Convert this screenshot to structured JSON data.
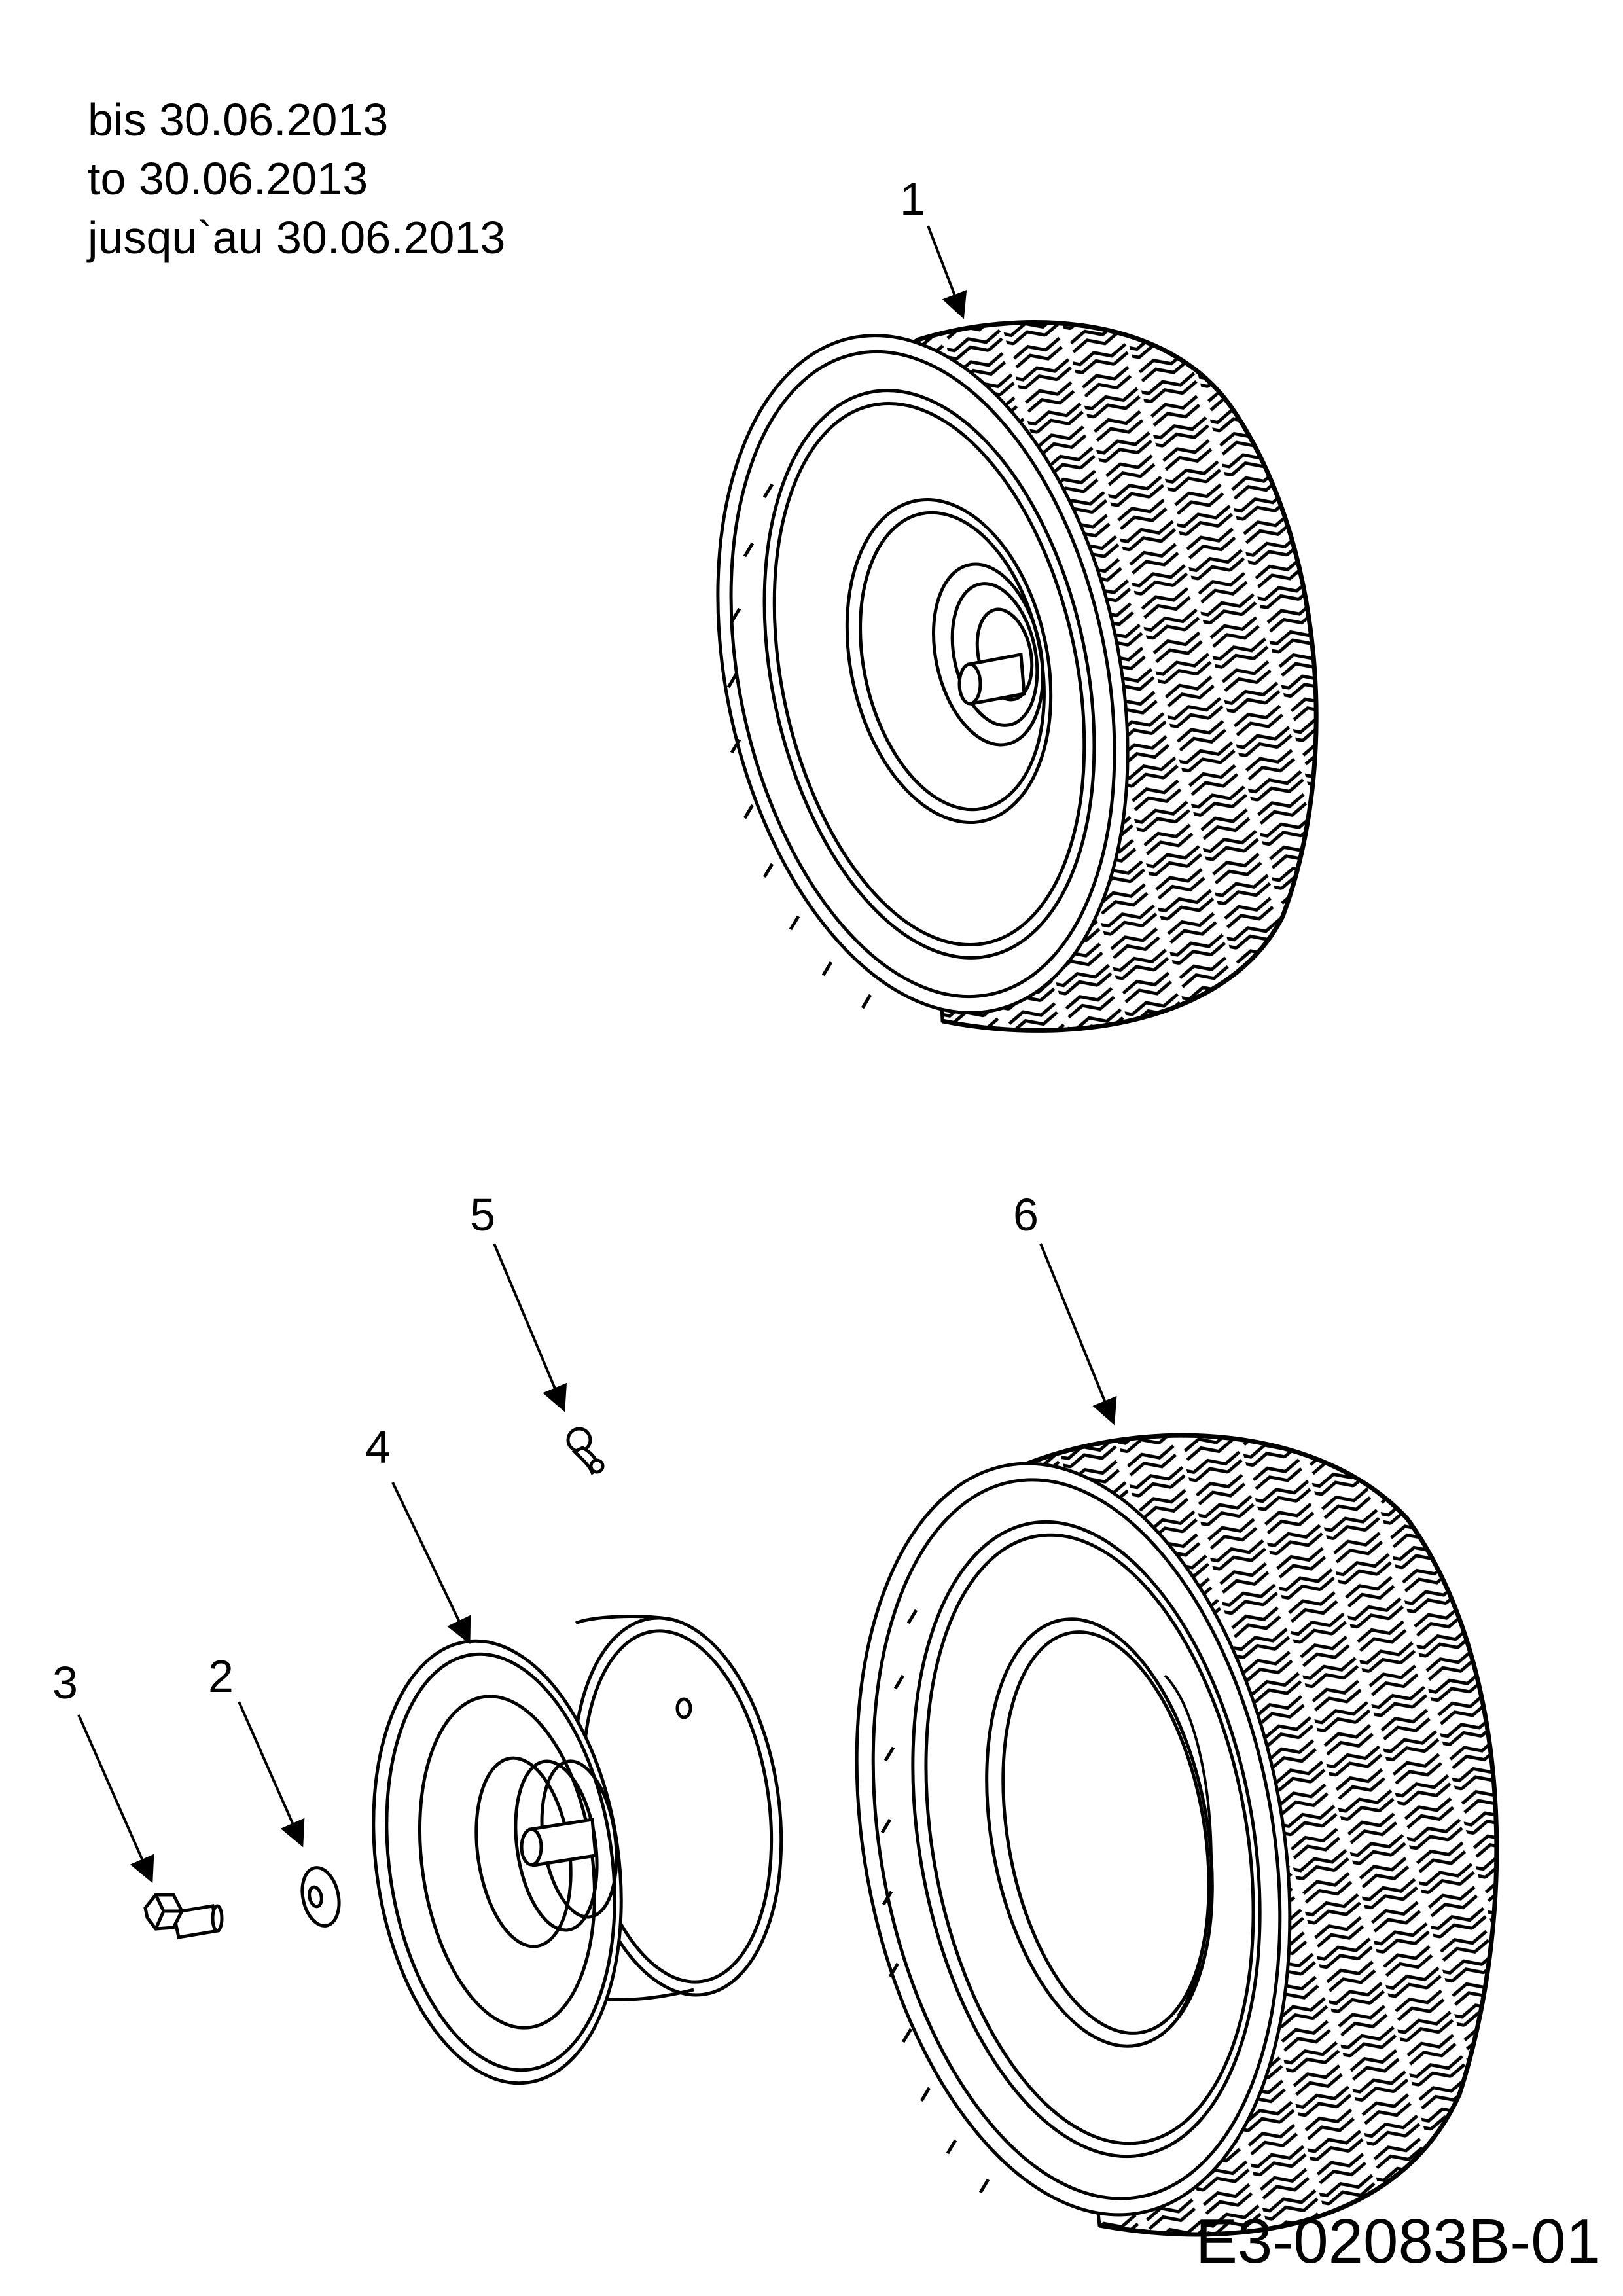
{
  "validity_note": {
    "line_de": "bis 30.06.2013",
    "line_en": "to 30.06.2013",
    "line_fr": "jusqu`au 30.06.2013"
  },
  "drawing_code": "E3-02083B-01",
  "parts": [
    {
      "number": "1",
      "item": "wheel-assembly"
    },
    {
      "number": "2",
      "item": "washer"
    },
    {
      "number": "3",
      "item": "hex-bolt"
    },
    {
      "number": "4",
      "item": "rim"
    },
    {
      "number": "5",
      "item": "valve"
    },
    {
      "number": "6",
      "item": "tire"
    }
  ],
  "line_color": "#000000"
}
